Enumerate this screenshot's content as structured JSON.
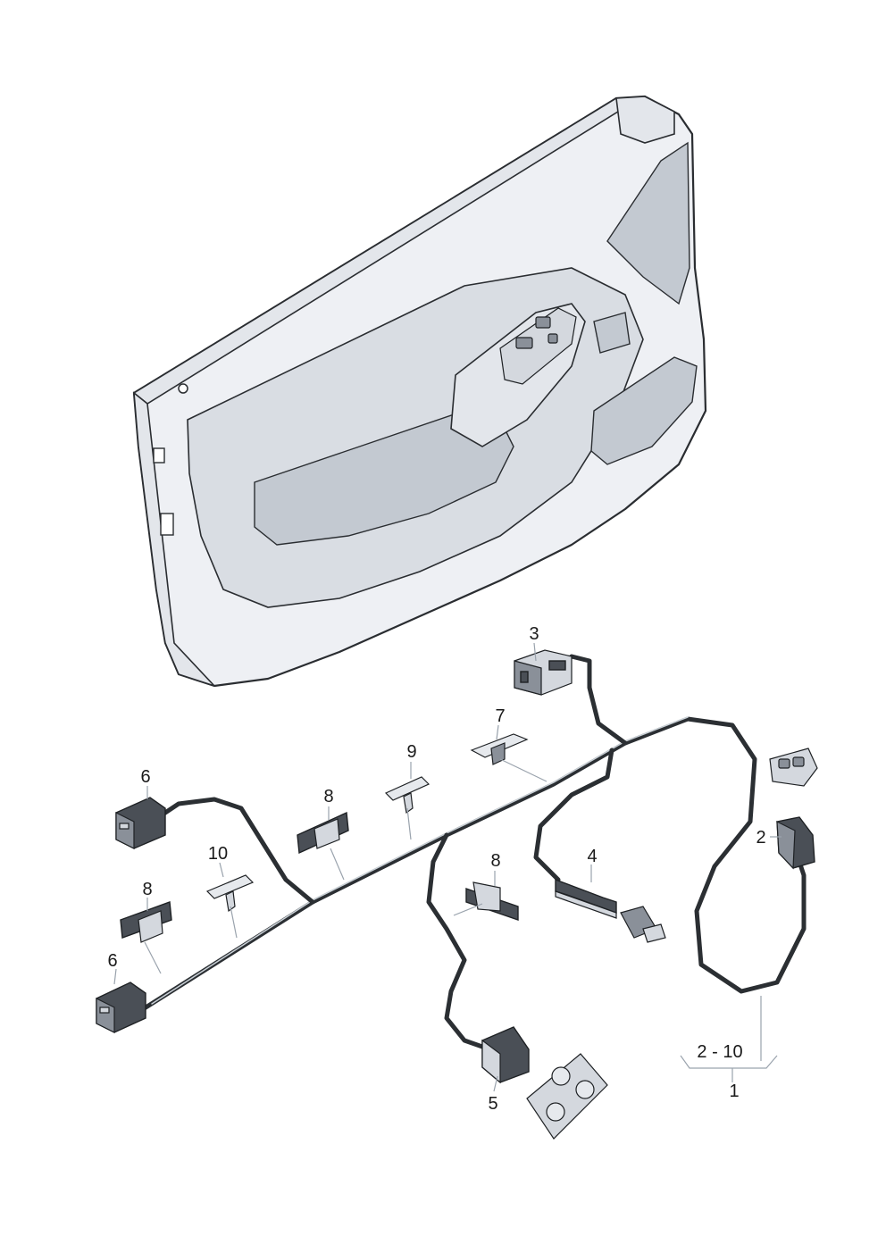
{
  "callouts": {
    "c1": "1",
    "c2": "2",
    "c3": "3",
    "c4": "4",
    "c5": "5",
    "c6a": "6",
    "c6b": "6",
    "c7": "7",
    "c8a": "8",
    "c8b": "8",
    "c8c": "8",
    "c9": "9",
    "c10": "10",
    "range": "2 - 10"
  },
  "colors": {
    "panel": "#eef0f4",
    "wire": "#2b2f33",
    "connector": "#4a4f56"
  },
  "icons": {
    "door_panel": "door-trim-panel-illustration",
    "switch_module": "window-switch-module-icon",
    "seat_adjust": "seat-adjust-switch-icon"
  }
}
